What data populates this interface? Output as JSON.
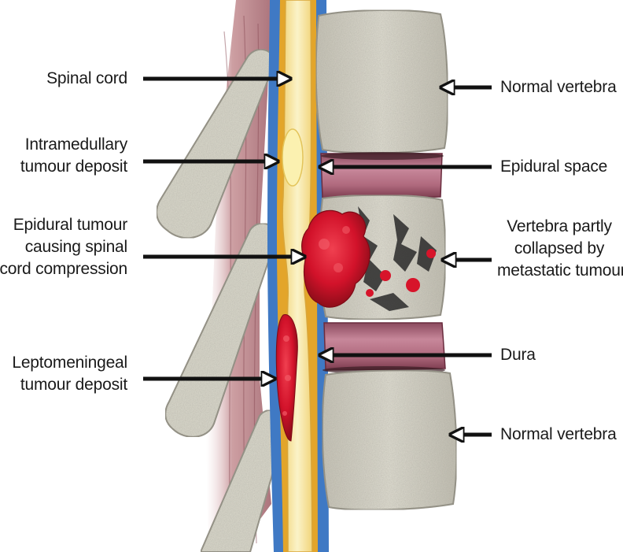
{
  "labels": {
    "spinal_cord": [
      "Spinal cord"
    ],
    "intramedullary": [
      "Intramedullary",
      "tumour deposit"
    ],
    "epidural_tumour": [
      "Epidural tumour",
      "causing spinal",
      "cord compression"
    ],
    "leptomeningeal": [
      "Leptomeningeal",
      "tumour deposit"
    ],
    "normal_vertebra_top": [
      "Normal vertebra"
    ],
    "epidural_space": [
      "Epidural space"
    ],
    "vertebra_collapsed": [
      "Vertebra partly",
      "collapsed by",
      "metastatic tumour"
    ],
    "dura": [
      "Dura"
    ],
    "normal_vertebra_bottom": [
      "Normal vertebra"
    ]
  },
  "colors": {
    "bone": "#dcdacd",
    "bone_edge": "#8f8c80",
    "disc": "#b06a7e",
    "muscle": "#b87f84",
    "csf": "#3f79c4",
    "dura": "#e3a52a",
    "cord": "#f6ebb0",
    "tumour": "#d7142a",
    "arrow": "#111111"
  }
}
